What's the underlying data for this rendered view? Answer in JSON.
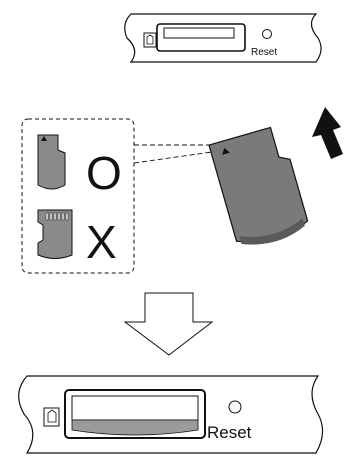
{
  "top_panel": {
    "reset_label": "Reset"
  },
  "comparison_box": {
    "correct_mark": "O",
    "wrong_mark": "X"
  },
  "bottom_panel": {
    "reset_label": "Reset"
  },
  "colors": {
    "line": "#111111",
    "card_fill": "#8a8a8a",
    "card_dark": "#6a6a6a",
    "slot_fill": "#9b9b9b",
    "background": "#ffffff"
  },
  "icons": [
    "card-slot-icon",
    "reset-hole-icon",
    "insert-direction-arrow-icon",
    "down-arrow-icon"
  ]
}
